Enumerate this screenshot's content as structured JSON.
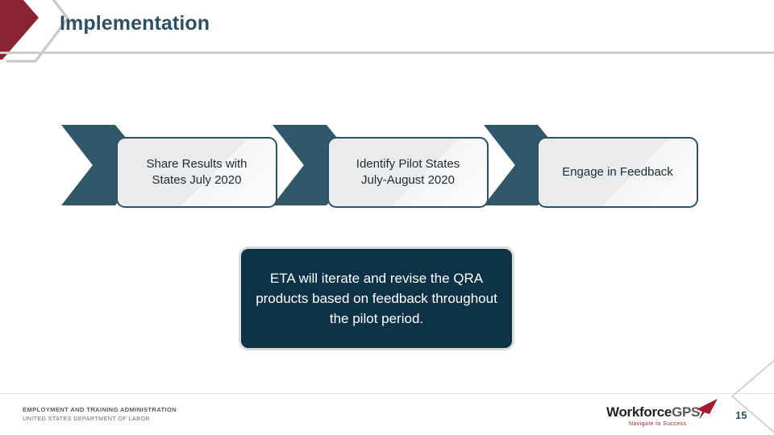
{
  "slide": {
    "title": "Implementation",
    "page_number": "15",
    "accent_teal": "#31586A",
    "accent_dark_teal": "#0F3346",
    "accent_maroon": "#8C2332",
    "divider_gray": "#CCCCCC"
  },
  "process": {
    "steps": [
      {
        "label": "Share Results with States July 2020",
        "line1": "Share Results with",
        "line2": "States July 2020"
      },
      {
        "label": "Identify Pilot States July-August 2020",
        "line1": "Identify Pilot States",
        "line2": "July-August 2020"
      },
      {
        "label": "Engage in Feedback",
        "line1": "Engage in Feedback",
        "line2": ""
      }
    ],
    "arrow_icon": "chevron-right-icon"
  },
  "callout": {
    "text": "ETA will iterate and revise the QRA products based on feedback throughout the  pilot period."
  },
  "footer": {
    "agency_line1": "EMPLOYMENT AND TRAINING ADMINISTRATION",
    "agency_line2": "UNITED STATES DEPARTMENT OF LABOR",
    "logo_word_1": "Workforce",
    "logo_word_2": "GPS",
    "logo_tagline": "Navigate to Success",
    "logo_arrow_color": "#A51C30"
  }
}
